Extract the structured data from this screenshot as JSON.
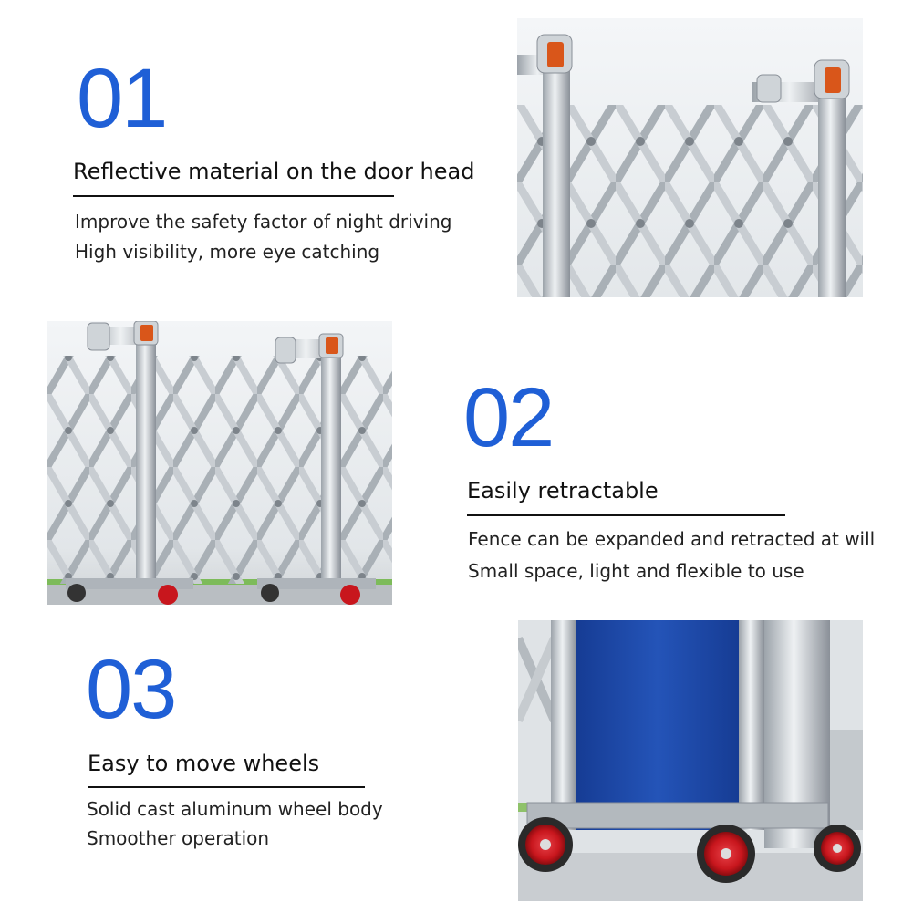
{
  "sections": [
    {
      "number": "01",
      "title": "Reflective material on the door head",
      "lines": [
        "Improve the safety factor of night driving",
        "High visibility, more eye catching"
      ]
    },
    {
      "number": "02",
      "title": "Easily retractable",
      "lines": [
        "Fence can be expanded and retracted at will",
        "Small space, light and flexible to use"
      ]
    },
    {
      "number": "03",
      "title": "Easy to move wheels",
      "lines": [
        "Solid cast aluminum wheel body",
        "Smoother operation"
      ]
    }
  ],
  "colors": {
    "accent": "#1f5fd6",
    "reflector": "#d9561a",
    "panel": "#1d47a8",
    "wheel": "#c8161d"
  }
}
